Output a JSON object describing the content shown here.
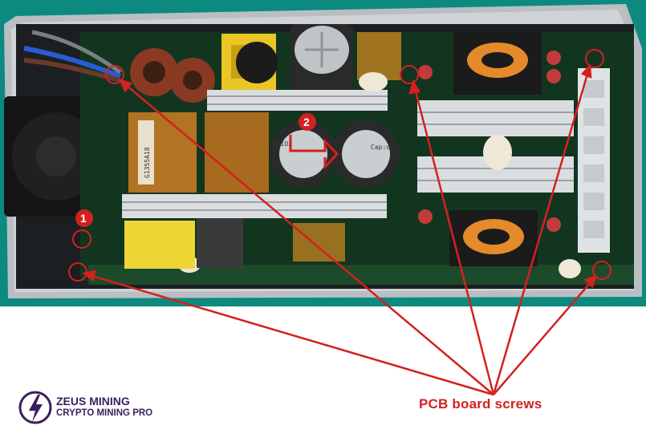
{
  "callouts": {
    "marker_1": "1",
    "marker_2": "2",
    "caption": "PCB board screws"
  },
  "brand": {
    "name": "ZEUS MINING",
    "tagline": "CRYPTO MINING PRO"
  },
  "component_labels": {
    "transformer_code": "G1355A18",
    "cap_text_left": "SIIOZ",
    "cap_text_right": "Cap:on"
  },
  "colors": {
    "annotation_red": "#d42020",
    "background": "#ffffff",
    "pcb_teal": "#0e8a7e",
    "brand_purple": "#3b1f5c"
  }
}
